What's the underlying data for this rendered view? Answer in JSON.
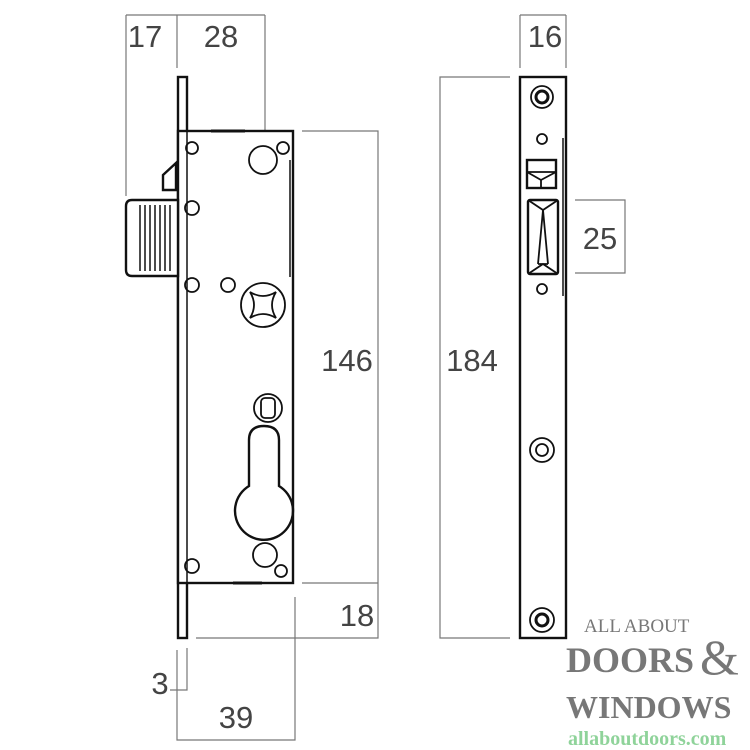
{
  "dimensions": {
    "latch_projection": "17",
    "backset_to_spindle": "28",
    "body_height": "146",
    "bottom_offset": "18",
    "faceplate_thickness": "3",
    "body_depth": "39",
    "faceplate_width": "16",
    "faceplate_height": "184",
    "deadbolt_height": "25"
  },
  "logo": {
    "line1": "ALL ABOUT",
    "line2": "DOORS",
    "ampersand": "&",
    "line3": "WINDOWS",
    "url": "allaboutdoors.com"
  },
  "colors": {
    "dimension_lines": "#777777",
    "outline": "#111111",
    "logo_text": "#777777",
    "logo_url": "#8fd39a"
  }
}
